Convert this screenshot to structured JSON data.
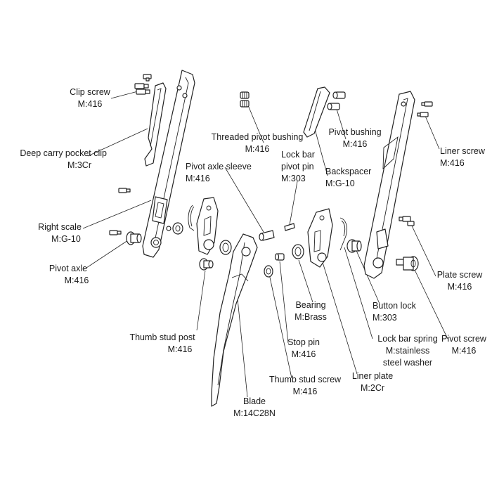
{
  "labels": {
    "clip_screw": {
      "name": "Clip screw",
      "material": "M:416"
    },
    "deep_carry_pocket_clip": {
      "name": "Deep carry pocket clip",
      "material": "M:3Cr"
    },
    "right_scale": {
      "name": "Right scale",
      "material": "M:G-10"
    },
    "pivot_axle": {
      "name": "Pivot axle",
      "material": "M:416"
    },
    "threaded_pivot_bushing": {
      "name": "Threaded pivot bushing",
      "material": "M:416"
    },
    "pivot_axle_sleeve": {
      "name": "Pivot axle sleeve",
      "material": "M:416"
    },
    "lock_bar_pivot_pin": {
      "name_line1": "Lock bar",
      "name_line2": "pivot pin",
      "material": "M:303"
    },
    "pivot_bushing": {
      "name": "Pivot bushing",
      "material": "M:416"
    },
    "backspacer": {
      "name": "Backspacer",
      "material": "M:G-10"
    },
    "liner_screw": {
      "name": "Liner screw",
      "material": "M:416"
    },
    "plate_screw": {
      "name": "Plate screw",
      "material": "M:416"
    },
    "button_lock": {
      "name": "Button lock",
      "material": "M:303"
    },
    "bearing": {
      "name": "Bearing",
      "material": "M:Brass"
    },
    "thumb_stud_post": {
      "name": "Thumb stud post",
      "material": "M:416"
    },
    "stop_pin": {
      "name": "Stop pin",
      "material": "M:416"
    },
    "lock_bar_spring": {
      "name": "Lock bar spring",
      "material_line1": "M:stainless",
      "material_line2": "steel washer"
    },
    "pivot_screw": {
      "name": "Pivot screw",
      "material": "M:416"
    },
    "thumb_stud_screw": {
      "name": "Thumb stud screw",
      "material": "M:416"
    },
    "liner_plate": {
      "name": "Liner plate",
      "material": "M:2Cr"
    },
    "blade": {
      "name": "Blade",
      "material": "M:14C28N"
    }
  }
}
